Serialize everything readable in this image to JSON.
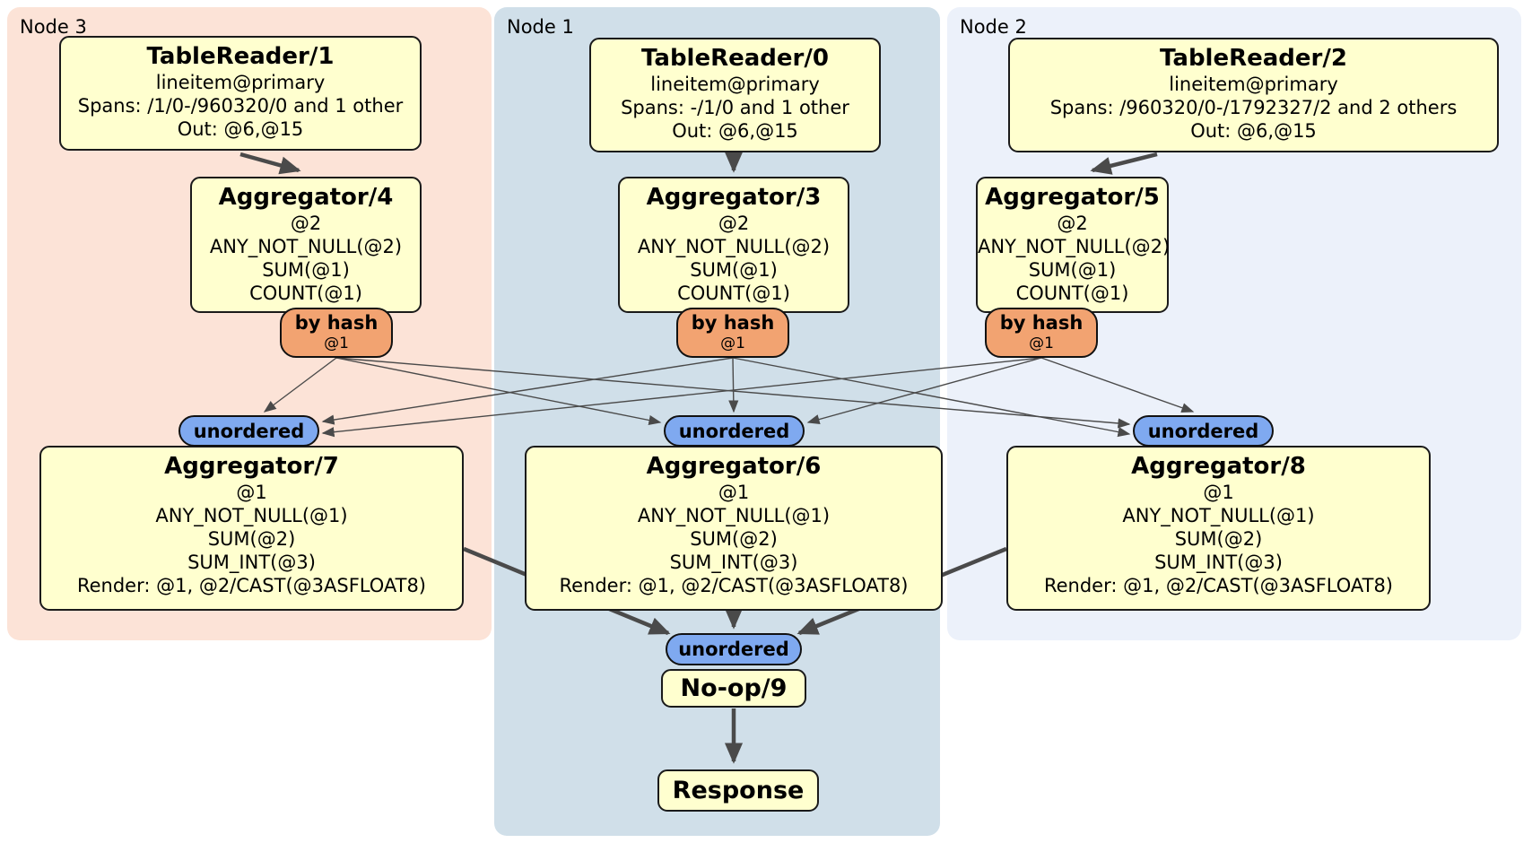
{
  "colors": {
    "node3_panel": "#fce3d7",
    "node1_panel": "#d0dfe9",
    "node2_panel": "#ecf1fa",
    "processor_box": "#ffffcf",
    "router_badge": "#f2a371",
    "stream_badge": "#7fa9f0",
    "edge": "#4a4a4a"
  },
  "nodes": [
    {
      "label": "Node 3",
      "table_reader": {
        "title": "TableReader/1",
        "lines": [
          "lineitem@primary",
          "Spans: /1/0-/960320/0 and 1 other",
          "Out: @6,@15"
        ]
      },
      "aggregator_top": {
        "title": "Aggregator/4",
        "lines": [
          "@2",
          "ANY_NOT_NULL(@2)",
          "SUM(@1)",
          "COUNT(@1)"
        ]
      },
      "router": {
        "label": "by hash",
        "detail": "@1"
      },
      "stream": {
        "label": "unordered"
      },
      "aggregator_bottom": {
        "title": "Aggregator/7",
        "lines": [
          "@1",
          "ANY_NOT_NULL(@1)",
          "SUM(@2)",
          "SUM_INT(@3)",
          "Render: @1, @2/CAST(@3ASFLOAT8)"
        ]
      }
    },
    {
      "label": "Node 1",
      "table_reader": {
        "title": "TableReader/0",
        "lines": [
          "lineitem@primary",
          "Spans: -/1/0 and 1 other",
          "Out: @6,@15"
        ]
      },
      "aggregator_top": {
        "title": "Aggregator/3",
        "lines": [
          "@2",
          "ANY_NOT_NULL(@2)",
          "SUM(@1)",
          "COUNT(@1)"
        ]
      },
      "router": {
        "label": "by hash",
        "detail": "@1"
      },
      "stream": {
        "label": "unordered"
      },
      "aggregator_bottom": {
        "title": "Aggregator/6",
        "lines": [
          "@1",
          "ANY_NOT_NULL(@1)",
          "SUM(@2)",
          "SUM_INT(@3)",
          "Render: @1, @2/CAST(@3ASFLOAT8)"
        ]
      }
    },
    {
      "label": "Node 2",
      "table_reader": {
        "title": "TableReader/2",
        "lines": [
          "lineitem@primary",
          "Spans: /960320/0-/1792327/2 and 2 others",
          "Out: @6,@15"
        ]
      },
      "aggregator_top": {
        "title": "Aggregator/5",
        "lines": [
          "@2",
          "ANY_NOT_NULL(@2)",
          "SUM(@1)",
          "COUNT(@1)"
        ]
      },
      "router": {
        "label": "by hash",
        "detail": "@1"
      },
      "stream": {
        "label": "unordered"
      },
      "aggregator_bottom": {
        "title": "Aggregator/8",
        "lines": [
          "@1",
          "ANY_NOT_NULL(@1)",
          "SUM(@2)",
          "SUM_INT(@3)",
          "Render: @1, @2/CAST(@3ASFLOAT8)"
        ]
      }
    }
  ],
  "final": {
    "stream_label": "unordered",
    "noop_title": "No-op/9",
    "response_title": "Response"
  },
  "connections": [
    "TableReader/1 -> Aggregator/4",
    "TableReader/0 -> Aggregator/3",
    "TableReader/2 -> Aggregator/5",
    "Aggregator/4 by hash -> unordered Aggregator/7",
    "Aggregator/4 by hash -> unordered Aggregator/6",
    "Aggregator/4 by hash -> unordered Aggregator/8",
    "Aggregator/3 by hash -> unordered Aggregator/7",
    "Aggregator/3 by hash -> unordered Aggregator/6",
    "Aggregator/3 by hash -> unordered Aggregator/8",
    "Aggregator/5 by hash -> unordered Aggregator/7",
    "Aggregator/5 by hash -> unordered Aggregator/6",
    "Aggregator/5 by hash -> unordered Aggregator/8",
    "Aggregator/7 -> unordered No-op/9",
    "Aggregator/6 -> unordered No-op/9",
    "Aggregator/8 -> unordered No-op/9",
    "No-op/9 -> Response"
  ]
}
